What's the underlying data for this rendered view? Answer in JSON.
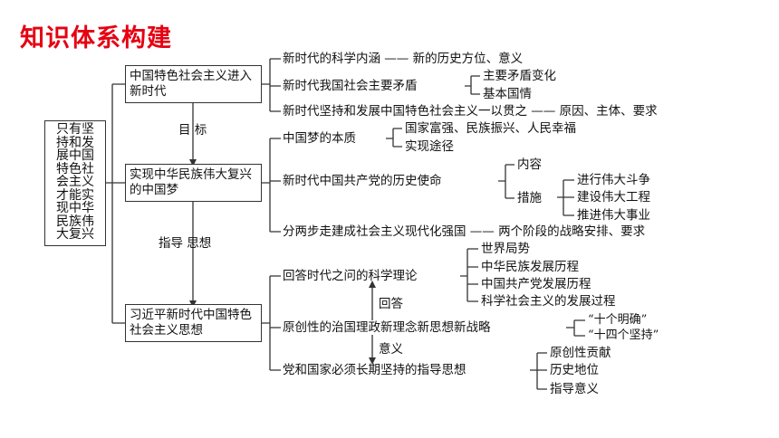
{
  "title": "知识体系构建",
  "root": "只有坚持和发展中国特色社会主义才能实现中华民族伟大复兴",
  "main": [
    "中国特色社会主义进入新时代",
    "实现中华民族伟大复兴的中国梦",
    "习近平新时代中国特色社会主义思想"
  ],
  "links": {
    "goal": "目 标",
    "guide": "指导 思想",
    "answer": "回答",
    "meaning": "意义"
  },
  "branch1": {
    "sci": "新时代的科学内涵 —— 新的历史方位、意义",
    "contradiction": "新时代我国社会主要矛盾",
    "contradiction_items": [
      "主要矛盾变化",
      "基本国情"
    ],
    "adhere": "新时代坚持和发展中国特色社会主义一以贯之 —— 原因、主体、要求"
  },
  "branch2": {
    "essence": "中国梦的本质",
    "essence_items": [
      "国家富强、民族振兴、人民幸福",
      "实现途径"
    ],
    "mission": "新时代中国共产党的历史使命",
    "content": "内容",
    "measures": "措施",
    "measure_items": [
      "进行伟大斗争",
      "建设伟大工程",
      "推进伟大事业"
    ],
    "two_steps": "分两步走建成社会主义现代化强国 —— 两个阶段的战略安排、要求"
  },
  "branch3": {
    "theory": "回答时代之问的科学理论",
    "theory_items": [
      "世界局势",
      "中华民族发展历程",
      "中国共产党发展历程",
      "科学社会主义的发展过程"
    ],
    "original": "原创性的治国理政新理念新思想新战略",
    "original_items": [
      "“十个明确”",
      "“十四个坚持”"
    ],
    "guideline": "党和国家必须长期坚持的指导思想",
    "guideline_items": [
      "原创性贡献",
      "历史地位",
      "指导意义"
    ]
  }
}
